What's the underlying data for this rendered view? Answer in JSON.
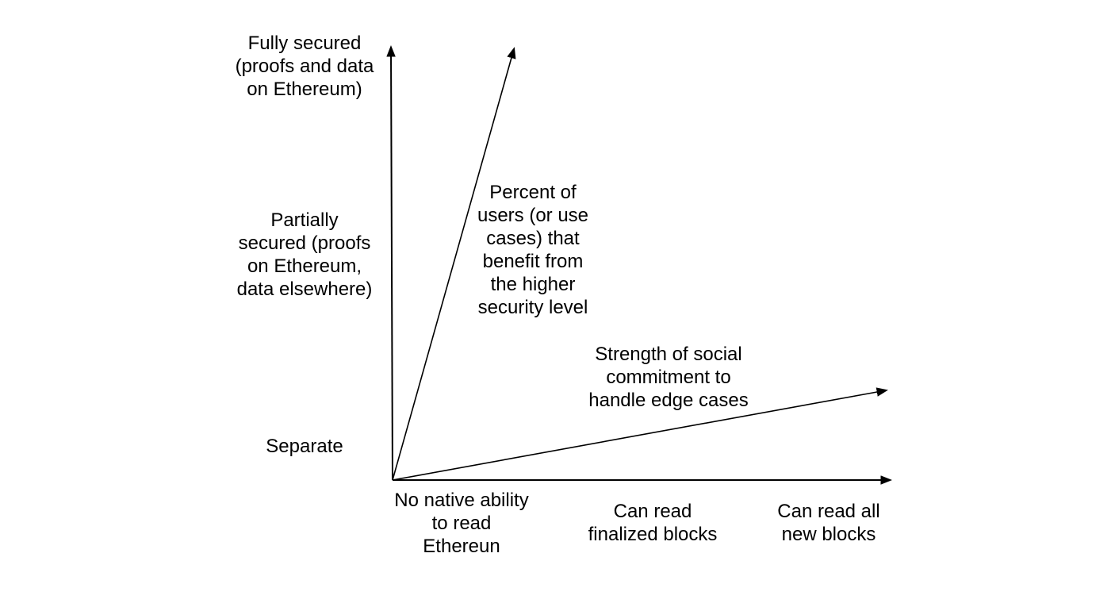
{
  "colors": {
    "background": "#ffffff",
    "line": "#000000",
    "text": "#000000"
  },
  "y_axis": {
    "labels": [
      {
        "name": "fully-secured",
        "text": "Fully secured\n(proofs and data\non Ethereum)"
      },
      {
        "name": "partially-secured",
        "text": "Partially\nsecured (proofs\non Ethereum,\ndata elsewhere)"
      },
      {
        "name": "separate",
        "text": "Separate"
      }
    ]
  },
  "x_axis": {
    "labels": [
      {
        "name": "no-native-ability",
        "text": "No native ability\nto read\nEthereun"
      },
      {
        "name": "can-read-finalized",
        "text": "Can read\nfinalized blocks"
      },
      {
        "name": "can-read-all",
        "text": "Can read all\nnew blocks"
      }
    ]
  },
  "arrows": [
    {
      "name": "percent-of-users",
      "label": "Percent of\nusers (or use\ncases) that\nbenefit from\nthe higher\nsecurity level"
    },
    {
      "name": "social-commitment",
      "label": "Strength of social\ncommitment to\nhandle edge cases"
    }
  ]
}
